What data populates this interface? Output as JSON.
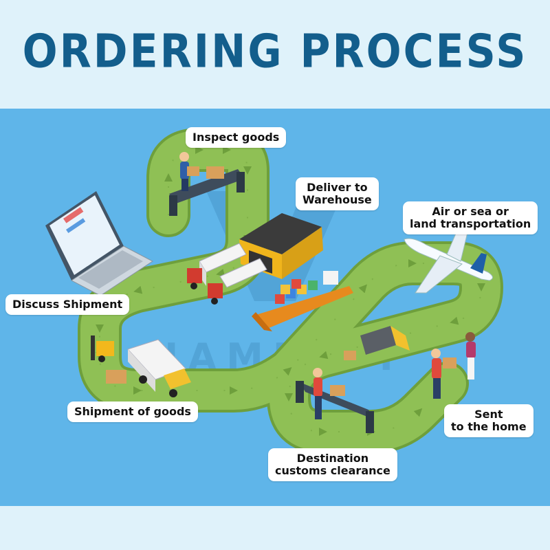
{
  "title": "ORDERING PROCESS",
  "watermark": "HAMETYI",
  "steps": {
    "inspect": {
      "line1": "Inspect goods"
    },
    "deliver": {
      "line1": "Deliver to",
      "line2": "Warehouse"
    },
    "air": {
      "line1": "Air or sea or",
      "line2": "land transportation"
    },
    "discuss": {
      "line1": "Discuss Shipment"
    },
    "shipment": {
      "line1": "Shipment of goods"
    },
    "sent": {
      "line1": "Sent",
      "line2": "to the home"
    },
    "customs": {
      "line1": "Destination",
      "line2": "customs clearance"
    }
  },
  "colors": {
    "title": "#135e8c",
    "panel": "#5fb5e9",
    "road": "#8fc055",
    "road_edge": "#6e9f3c",
    "background": "#dff2fa"
  },
  "icons": [
    "laptop-icon",
    "conveyor-icon",
    "warehouse-icon",
    "truck-icon",
    "cargo-ship-icon",
    "airplane-icon",
    "forklift-icon",
    "delivery-van-icon",
    "worker-icon",
    "customer-icon"
  ]
}
